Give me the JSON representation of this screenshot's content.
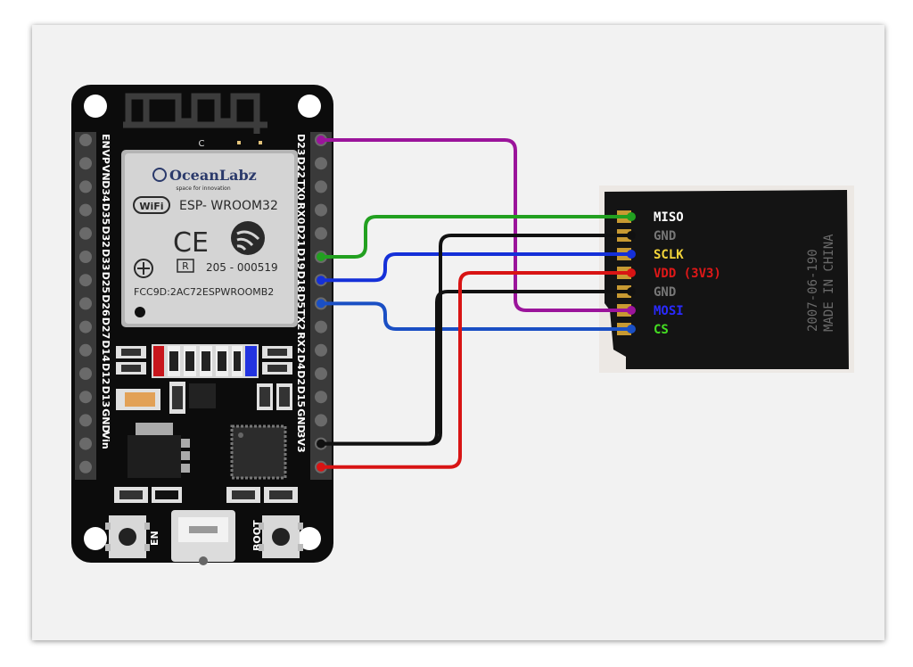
{
  "board": {
    "chip_marking": "C",
    "brand_name": "OceanLabz",
    "brand_tagline": "space for innovation",
    "wifi_text": "WiFi",
    "module_name": "ESP- WROOM32",
    "ce_mark": "CE",
    "r_mark": "R",
    "reg_number": "205 - 000519",
    "fcc_id": "FCC9D:2AC72ESPWROOMB2",
    "left_pins": [
      "EN",
      "VP",
      "VN",
      "D34",
      "D35",
      "D32",
      "D33",
      "D25",
      "D26",
      "D27",
      "D14",
      "D12",
      "D13",
      "GND",
      "Vin"
    ],
    "right_pins": [
      "D23",
      "D22",
      "TX0",
      "RX0",
      "D21",
      "D19",
      "D18",
      "D5",
      "TX2",
      "RX2",
      "D4",
      "D2",
      "D15",
      "GND",
      "3V3"
    ],
    "en_button_label": "EN",
    "boot_button_label": "BOOT"
  },
  "sd_card": {
    "pins": [
      {
        "label": "MISO",
        "color": "#ffffff"
      },
      {
        "label": "GND",
        "color": "#777777"
      },
      {
        "label": "SCLK",
        "color": "#f3d43a"
      },
      {
        "label": "VDD (3V3)",
        "color": "#e01818"
      },
      {
        "label": "GND",
        "color": "#777777"
      },
      {
        "label": "MOSI",
        "color": "#2a2aff"
      },
      {
        "label": "CS",
        "color": "#44dd22"
      }
    ],
    "print_date": "2007-06-190",
    "print_origin": "MADE IN CHINA"
  },
  "wires": [
    {
      "from": "D23",
      "to": "MOSI",
      "color": "#9b149b"
    },
    {
      "from": "D19",
      "to": "MISO",
      "color": "#22a020"
    },
    {
      "from": "D18",
      "to": "SCLK",
      "color": "#1530d8"
    },
    {
      "from": "D5",
      "to": "CS",
      "color": "#1a4fc4"
    },
    {
      "from": "GND",
      "to": "GND",
      "color": "#111111"
    },
    {
      "from": "3V3",
      "to": "VDD (3V3)",
      "color": "#d81414"
    }
  ]
}
